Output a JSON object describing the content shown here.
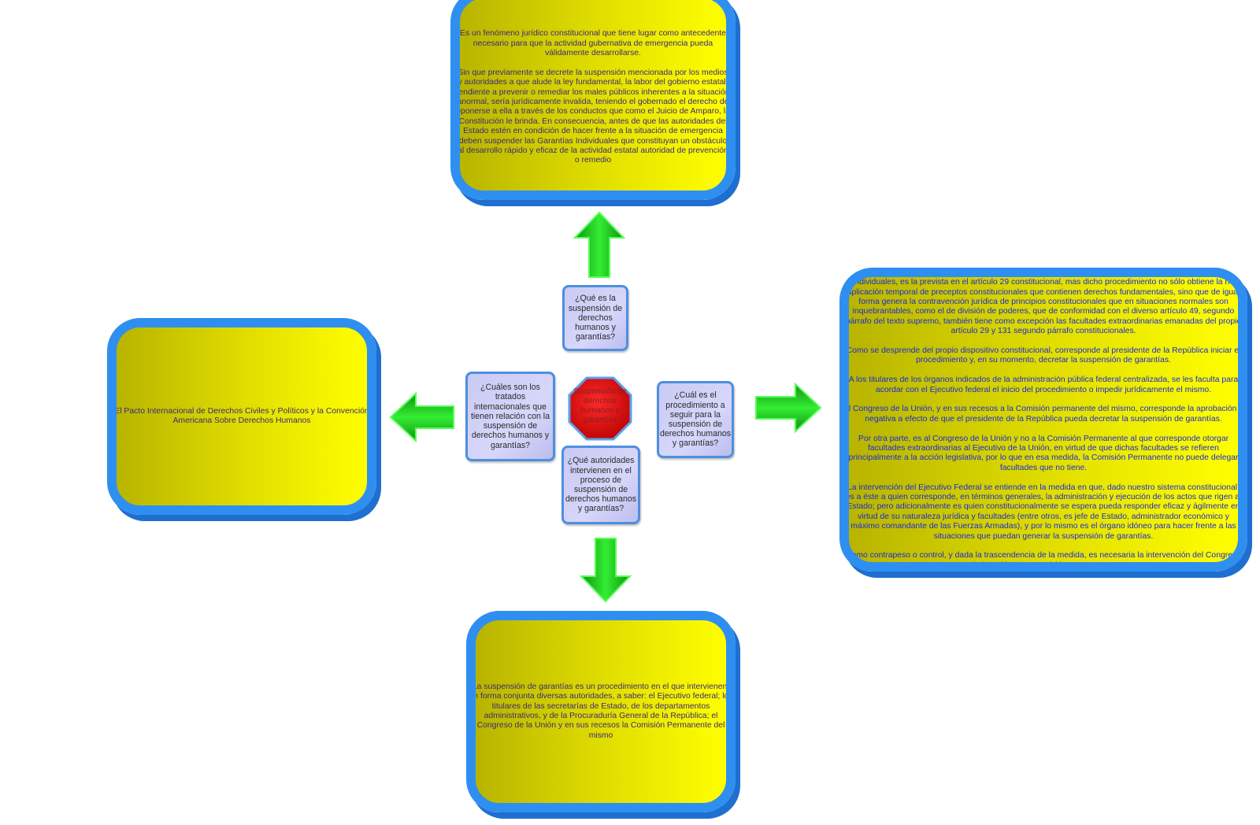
{
  "center": {
    "title": "Suspensión de derechos humanos y garantías"
  },
  "questions": {
    "top": "¿Qué es la suspensión de derechos humanos y garantías?",
    "left": "¿Cuáles son los tratados internacionales que tienen relación con la suspensión de derechos humanos y garantías?",
    "right": "¿Cuál es el procedimiento a seguir para la suspensión de derechos humanos y garantías?",
    "bottom": "¿Qué autoridades intervienen en el proceso de suspensión de derechos humanos y garantías?"
  },
  "answers": {
    "top": "Es un fenómeno jurídico constitucional que tiene lugar como antecedente necesario para que la actividad gubernativa de emergencia pueda válidamente desarrollarse.\n\nSin que previamente se decrete la suspensión mencionada por los medios y autoridades a que alude la ley fundamental, la labor del gobierno estatal, tendiente a prevenir o remediar los males públicos inherentes a la situación anormal, sería jurídicamente invalida, teniendo el gobernado el derecho de oponerse a ella a través de los conductos que como el Juicio de Amparo, la Constitución le brinda. En consecuencia, antes de que las autoridades del Estado estén en condición de hacer frente a la situación de emergencia deben suspender las Garantías Individuales que constituyan un obstáculo al desarrollo rápido y eficaz de la actividad estatal autoridad de prevención o remedio",
    "left": "El Pacto Internacional de Derechos Civiles y Políticos y la Convención Americana Sobre Derechos Humanos",
    "right": "La única forma válida de lograr la suspensión de preceptos constitucionales, en específico de las garantías individuales, es la prevista en el artículo 29 constitucional, mas dicho procedimiento no sólo obtiene la no aplicación temporal de preceptos constitucionales que contienen derechos fundamentales, sino que de igual forma genera la contravención jurídica de principios constitucionales que en situaciones normales son inquebrantables, como el de división de poderes, que de conformidad con el diverso artículo 49, segundo párrafo del texto supremo, también tiene como excepción las facultades extraordinarias emanadas del propio artículo 29 y 131 segundo párrafo constitucionales.\n\nComo se desprende del propio dispositivo constitucional, corresponde al presidente de la República iniciar el procedimiento y, en su momento, decretar la suspensión de garantías.\n\nA los titulares de los órganos indicados de la administración pública federal centralizada, se les faculta para acordar con el Ejecutivo federal el inicio del procedimiento o impedir jurídicamente el mismo.\n\nAl Congreso de la Unión, y en sus recesos a la Comisión permanente del mismo, corresponde la aprobación o negativa a efecto de que el presidente de la República pueda decretar la suspensión de garantías.\n\nPor otra parte, es al Congreso de la Unión y no a la Comisión Permanente al que corresponde otorgar facultades extraordinarias al Ejecutivo de la Unión, en virtud de que dichas facultades se refieren principalmente a la acción legislativa, por lo que en esa medida, la Comisión Permanente no puede delegar facultades que no tiene.\n\nLa intervención del Ejecutivo Federal se entiende en la medida en que, dado nuestro sistema constitucional, es a éste a quien corresponde, en términos generales, la administración y ejecución de los actos que rigen al Estado; pero adicionalmente es quien constitucionalmente se espera pueda responder eficaz y ágilmente en virtud de su naturaleza jurídica y facultades (entre otros, es jefe de Estado, administrador económico y máximo comandante de las Fuerzas Armadas), y por lo mismo es el órgano idóneo para hacer frente a las situaciones que puedan generar la suspensión de garantías.\n\nComo contrapeso o control, y dada la trascendencia de la medida, es necesaria la intervención del Congreso de la Unión o su Comisión Permanente.",
    "bottom": "La suspensión de garantías es un procedimiento en el que intervienen, en forma conjunta diversas autoridades, a saber: el Ejecutivo federal; los titulares de las secretarías de Estado, de los departamentos administrativos, y de la Procuraduría General de la República; el Congreso de la Unión y en sus recesos la Comisión Permanente del mismo"
  },
  "colors": {
    "panel_border": "#2f8ff0",
    "panel_fill": "#ffff00",
    "center_fill": "#dd0000",
    "arrow_fill": "#22cc22",
    "question_fill": "#d0d0f8"
  },
  "icons": {
    "arrows": [
      "arrow-up-icon",
      "arrow-left-icon",
      "arrow-right-icon",
      "arrow-down-icon"
    ],
    "center": "octagon-shape"
  }
}
